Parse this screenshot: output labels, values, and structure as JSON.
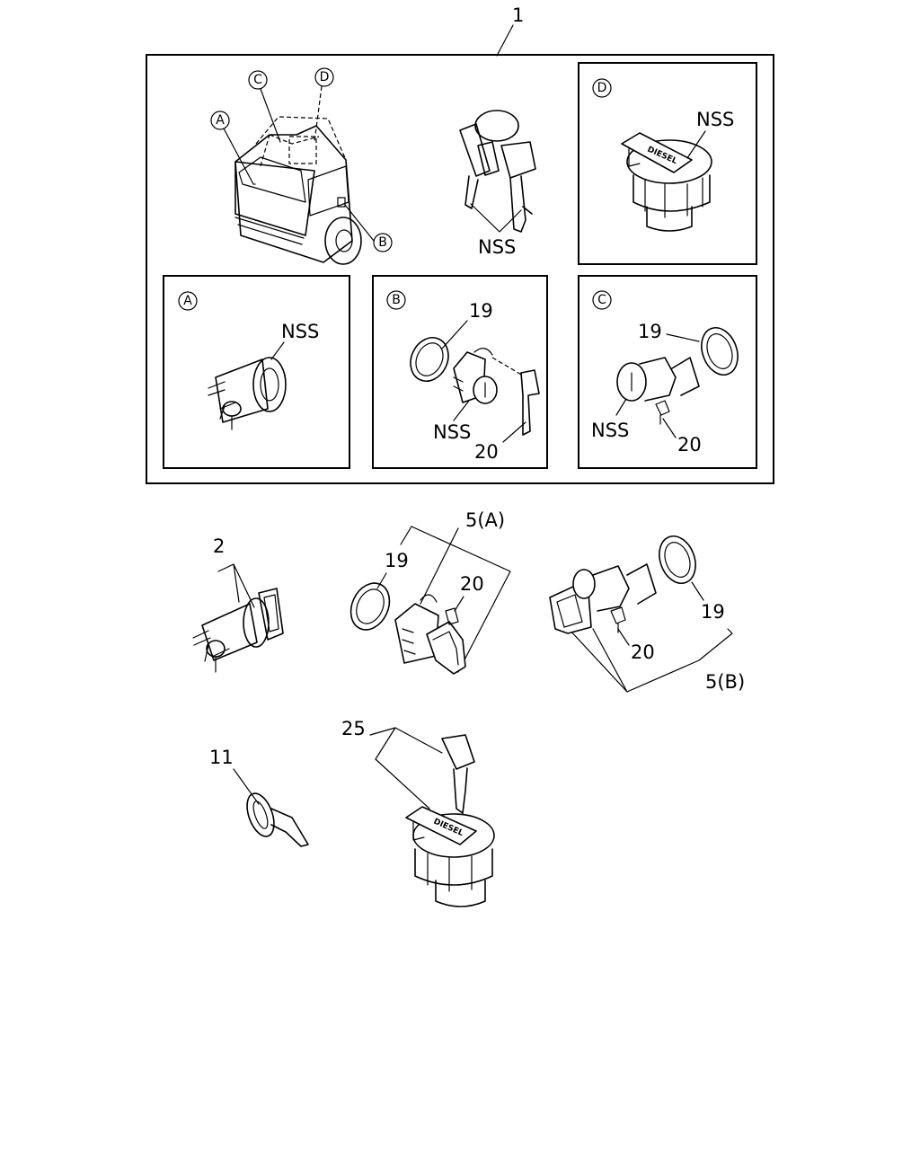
{
  "labels": {
    "assembly": "1",
    "nss": "NSS",
    "part_2": "2",
    "part_5a": "5(A)",
    "part_5b": "5(B)",
    "part_11": "11",
    "part_19": "19",
    "part_20": "20",
    "part_25": "25"
  },
  "callouts": {
    "a": "A",
    "b": "B",
    "c": "C",
    "d": "D"
  },
  "cap_marking": "DIESEL"
}
